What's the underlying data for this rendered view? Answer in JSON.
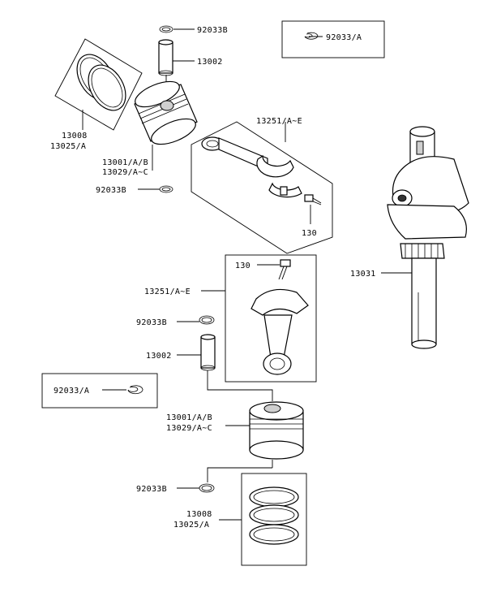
{
  "labels": {
    "top_circlip": "92033B",
    "top_boxed_circlip": "92033/A",
    "top_pin": "13002",
    "top_rings": "13008",
    "top_rings_alt": "13025/A",
    "top_rod": "13251/A~E",
    "top_piston": "13001/A/B",
    "top_piston_alt": "13029/A~C",
    "top_lower_circlip": "92033B",
    "top_bolt": "130",
    "crankshaft": "13031",
    "bot_bolt": "130",
    "bot_rod": "13251/A~E",
    "bot_circlip": "92033B",
    "bot_pin": "13002",
    "bot_boxed_circlip": "92033/A",
    "bot_piston": "13001/A/B",
    "bot_piston_alt": "13029/A~C",
    "bot_lower_circlip": "92033B",
    "bot_rings": "13008",
    "bot_rings_alt": "13025/A"
  }
}
